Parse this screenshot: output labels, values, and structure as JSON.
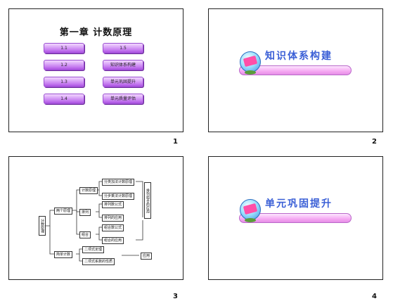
{
  "slide1": {
    "title": "第一章  计数原理",
    "left_buttons": [
      "1.1",
      "1.2",
      "1.3",
      "1.4"
    ],
    "right_buttons": [
      "1.5",
      "知识体系构建",
      "单元巩固提升",
      "单元质量评估"
    ]
  },
  "slide2": {
    "title": "知识体系构建"
  },
  "slide3": {
    "root": "计数原理",
    "l1": [
      "两个原理",
      "简单计数"
    ],
    "l2": [
      "计数原理",
      "排列",
      "组合"
    ],
    "l3": [
      "分类加法计数原理",
      "分步乘法计数原理",
      "排列数公式",
      "排列的应用",
      "组合数公式",
      "组合的应用"
    ],
    "l3b": [
      "二项式定理",
      "二项式系数的性质"
    ],
    "side": "排列组合的应用",
    "side2": "应用"
  },
  "slide4": {
    "title": "单元巩固提升"
  },
  "page_numbers": [
    "1",
    "2",
    "3",
    "4"
  ]
}
